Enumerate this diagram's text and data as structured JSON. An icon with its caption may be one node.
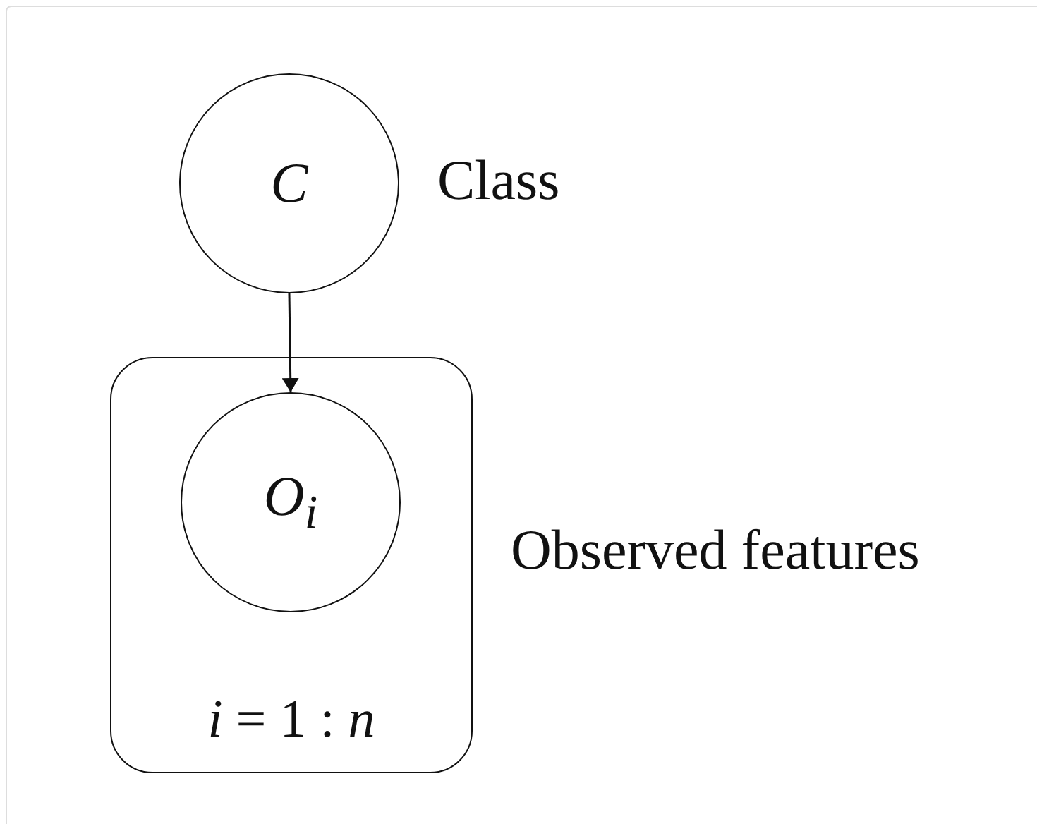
{
  "diagram": {
    "nodes": [
      {
        "text": [
          "C"
        ],
        "beside": [
          "Class"
        ]
      },
      {
        "text": [
          "*i* = 1 : *n*"
        ],
        "beside": [
          "Observed features"
        ]
      },
      {
        "text": [
          "O$_{i}$"
        ],
        "in": 1
      }
    ],
    "edges": [
      {
        "from": 0,
        "to": 2,
        "arrow": "to"
      }
    ]
  }
}
